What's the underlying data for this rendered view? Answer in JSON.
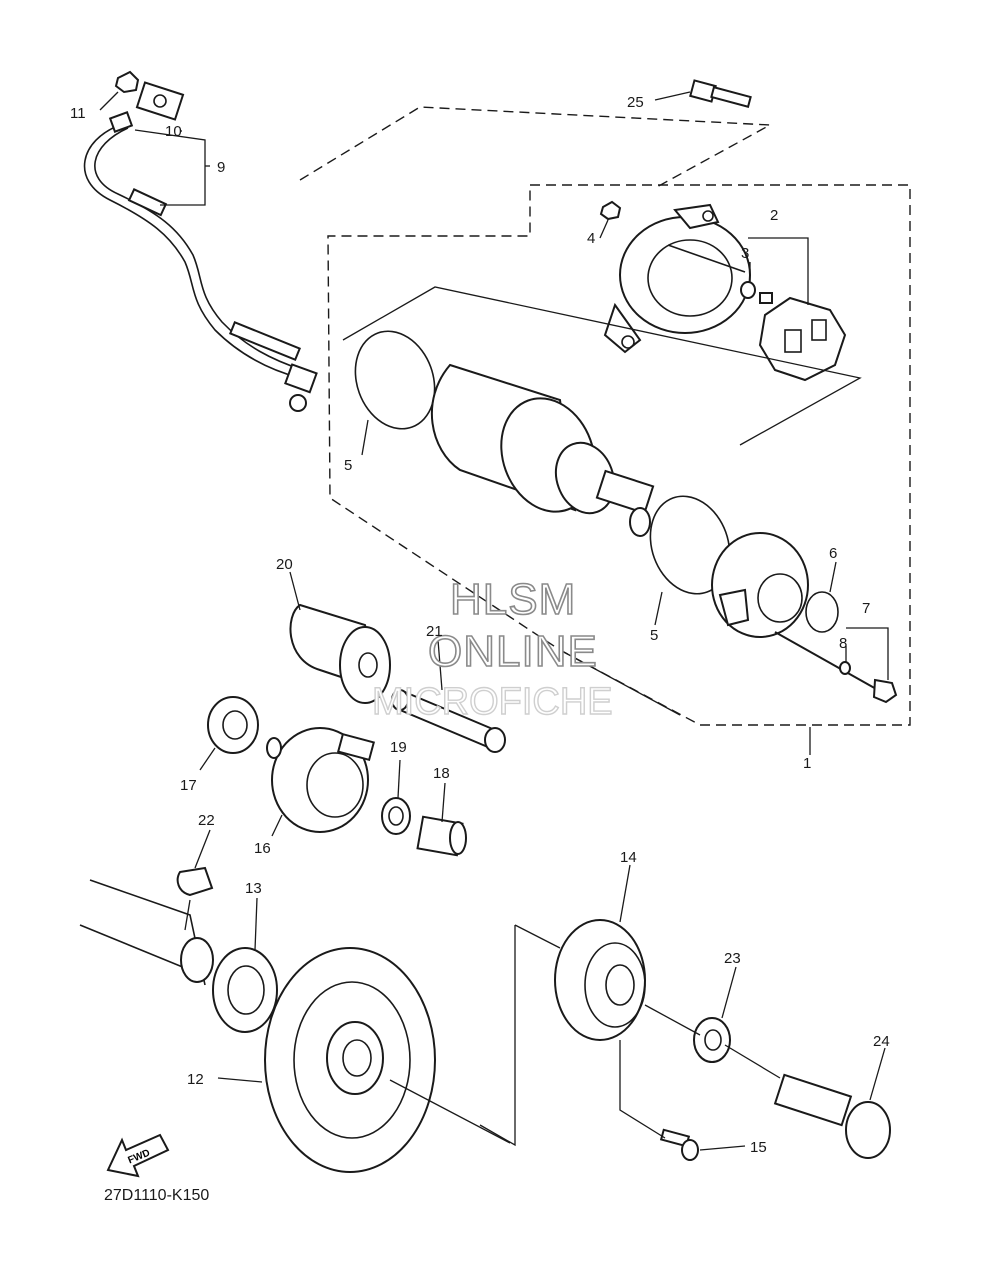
{
  "diagram": {
    "code": "27D1110-K150",
    "fwd_text": "FWD",
    "watermark": [
      "HLSM",
      "ONLINE",
      "MICROFICHE"
    ],
    "callouts": [
      "1",
      "2",
      "3",
      "4",
      "5",
      "5",
      "6",
      "7",
      "8",
      "9",
      "10",
      "11",
      "12",
      "13",
      "14",
      "15",
      "16",
      "17",
      "18",
      "19",
      "20",
      "21",
      "22",
      "23",
      "24",
      "25"
    ]
  }
}
